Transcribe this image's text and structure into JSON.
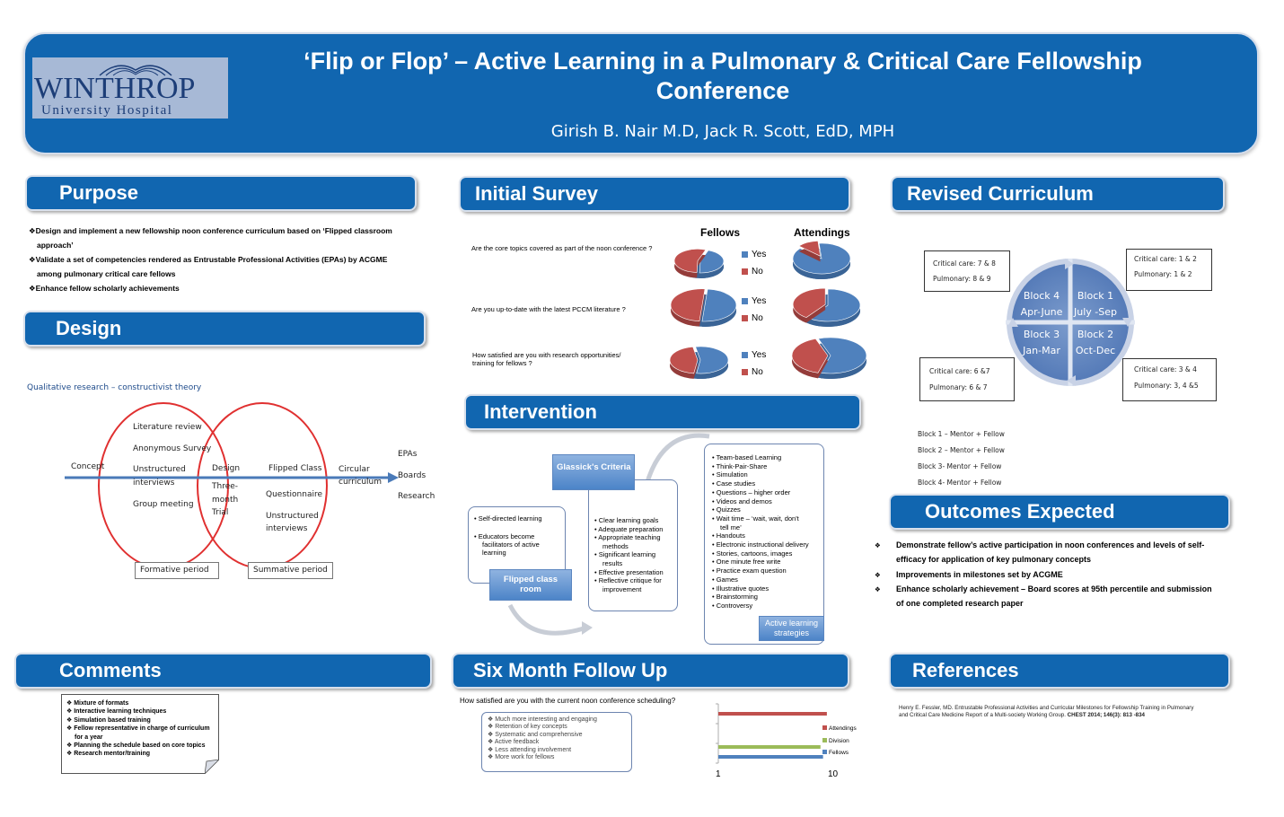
{
  "header": {
    "logo_word": "WINTHROP",
    "logo_sub": "University Hospital",
    "title_line1": "‘Flip or Flop’ – Active Learning in a Pulmonary & Critical Care Fellowship",
    "title_line2": "Conference",
    "authors": "Girish B. Nair M.D, Jack R. Scott, EdD, MPH"
  },
  "purpose": {
    "heading": "Purpose",
    "bullets": [
      "Design and implement a new fellowship noon conference curriculum based on ‘Flipped classroom",
      "approach’",
      "Validate a set of competencies rendered as Entrustable Professional Activities (EPAs) by ACGME",
      "among pulmonary critical care fellows",
      "Enhance fellow scholarly achievements"
    ]
  },
  "design": {
    "heading": "Design",
    "subtitle": "Qualitative research – constructivist theory",
    "left_items": [
      "Literature review",
      "Anonymous Survey",
      "Unstructured",
      "interviews",
      "Group meeting"
    ],
    "middle_items": [
      "Design",
      "Three-",
      "month",
      "Trial"
    ],
    "right_items": [
      "Flipped Class",
      "Questionnaire",
      "Unstructured",
      "interviews"
    ],
    "concept": "Concept",
    "circular": "Circular",
    "curriculum": "curriculum",
    "outcomes": [
      "EPAs",
      "Boards",
      "Research"
    ],
    "formative": "Formative period",
    "summative": "Summative period"
  },
  "survey": {
    "heading": "Initial Survey",
    "col_fellows": "Fellows",
    "col_attendings": "Attendings",
    "questions": [
      "Are the core topics covered as part of the noon conference ?",
      "Are you up-to-date with the latest PCCM literature ?",
      "How satisfied are you with research opportunities/",
      "training for fellows ?"
    ],
    "yes": "Yes",
    "no": "No",
    "colors": {
      "yes": "#4f81bd",
      "no": "#c0504d"
    }
  },
  "chart_data": {
    "type": "pie",
    "title": "Initial Survey",
    "groups": [
      "Fellows",
      "Attendings"
    ],
    "categories": [
      "Yes",
      "No"
    ],
    "series": [
      {
        "question": "Are the core topics covered as part of the noon conference ?",
        "fellows": [
          45,
          55
        ],
        "attendings": [
          88,
          12
        ]
      },
      {
        "question": "Are you up-to-date with the latest PCCM literature ?",
        "fellows": [
          50,
          50
        ],
        "attendings": [
          60,
          40
        ]
      },
      {
        "question": "How satisfied are you with research opportunities/ training for fellows ?",
        "fellows": [
          55,
          45
        ],
        "attendings": [
          60,
          40
        ]
      }
    ]
  },
  "intervention": {
    "heading": "Intervention",
    "glassick": "Glassick's Criteria",
    "flipped_line1": "Flipped class",
    "flipped_line2": "room",
    "active_line1": "Active learning",
    "active_line2": "strategies",
    "left_list": [
      "Self-directed learning",
      "Educators become",
      "facilitators of active",
      "learning"
    ],
    "middle_list": [
      "Clear learning goals",
      "Adequate preparation",
      "Appropriate teaching",
      "methods",
      "Significant learning",
      "results",
      "Effective presentation",
      "Reflective critique for",
      "improvement"
    ],
    "right_list": [
      "Team-based Learning",
      "Think-Pair-Share",
      "Simulation",
      "Case studies",
      "Questions – higher order",
      "Videos and demos",
      "Quizzes",
      "Wait time – ‘wait, wait, don't",
      "tell me’",
      "Handouts",
      "Electronic instructional delivery",
      "Stories, cartoons, images",
      "One minute free write",
      "Practice exam question",
      "Games",
      "Illustrative quotes",
      "Brainstorming",
      "Controversy"
    ]
  },
  "revised": {
    "heading": "Revised Curriculum",
    "blocks": [
      {
        "name": "Block 4",
        "months": "Apr-June"
      },
      {
        "name": "Block 1",
        "months": "July -Sep"
      },
      {
        "name": "Block 3",
        "months": "Jan-Mar"
      },
      {
        "name": "Block 2",
        "months": "Oct-Dec"
      }
    ],
    "boxes": [
      {
        "critical": "Critical care: 7 & 8",
        "pulm": "Pulmonary: 8 & 9"
      },
      {
        "critical": "Critical care: 1 & 2",
        "pulm": "Pulmonary: 1 & 2"
      },
      {
        "critical": "Critical care: 6 &7",
        "pulm": "Pulmonary: 6 & 7"
      },
      {
        "critical": "Critical care: 3 & 4",
        "pulm": "Pulmonary: 3, 4 &5"
      }
    ],
    "mentor_lines": [
      "Block 1 – Mentor + Fellow",
      "Block 2 – Mentor + Fellow",
      "Block 3- Mentor + Fellow",
      "Block 4- Mentor + Fellow"
    ]
  },
  "outcomes": {
    "heading": "Outcomes Expected",
    "bullets": [
      "Demonstrate fellow’s active participation in noon conferences and levels of self-",
      "efficacy for application of key pulmonary concepts",
      "Improvements in milestones set by ACGME",
      "Enhance scholarly achievement – Board scores at 95th percentile and submission",
      "of one completed research paper"
    ]
  },
  "comments": {
    "heading": "Comments",
    "items": [
      "Mixture of formats",
      "Interactive learning techniques",
      "Simulation based training",
      "Fellow representative in charge of curriculum",
      "for a year",
      "Planning the schedule based on core topics",
      "Research mentor/training"
    ]
  },
  "followup": {
    "heading": "Six Month Follow Up",
    "question": "How satisfied are you with the current noon conference scheduling?",
    "items": [
      "Much more interesting and engaging",
      "Retention of key concepts",
      "Systematic and comprehensive",
      "Active feedback",
      "Less attending involvement",
      "More work for fellows"
    ],
    "legend": [
      "Attendings",
      "Division",
      "Fellows"
    ],
    "axis_min": "1",
    "axis_max": "10",
    "colors": {
      "attendings": "#c0504d",
      "division": "#9bbb59",
      "fellows": "#4f81bd"
    }
  },
  "followup_chart": {
    "type": "bar",
    "orientation": "horizontal",
    "categories": [
      "Attendings",
      "Division",
      "Fellows"
    ],
    "values": [
      9.5,
      9.0,
      9.2
    ],
    "xlim": [
      1,
      10
    ]
  },
  "references": {
    "heading": "References",
    "line1": "Henry E. Fessler, MD. Entrustable Professional Activities and Curricular Milestones for Fellowship Training in Pulmonary",
    "line2a": "and Critical Care Medicine Report of a Multi-society Working Group.",
    "line2b": "CHEST 2014; 146(3): 813 -834"
  }
}
